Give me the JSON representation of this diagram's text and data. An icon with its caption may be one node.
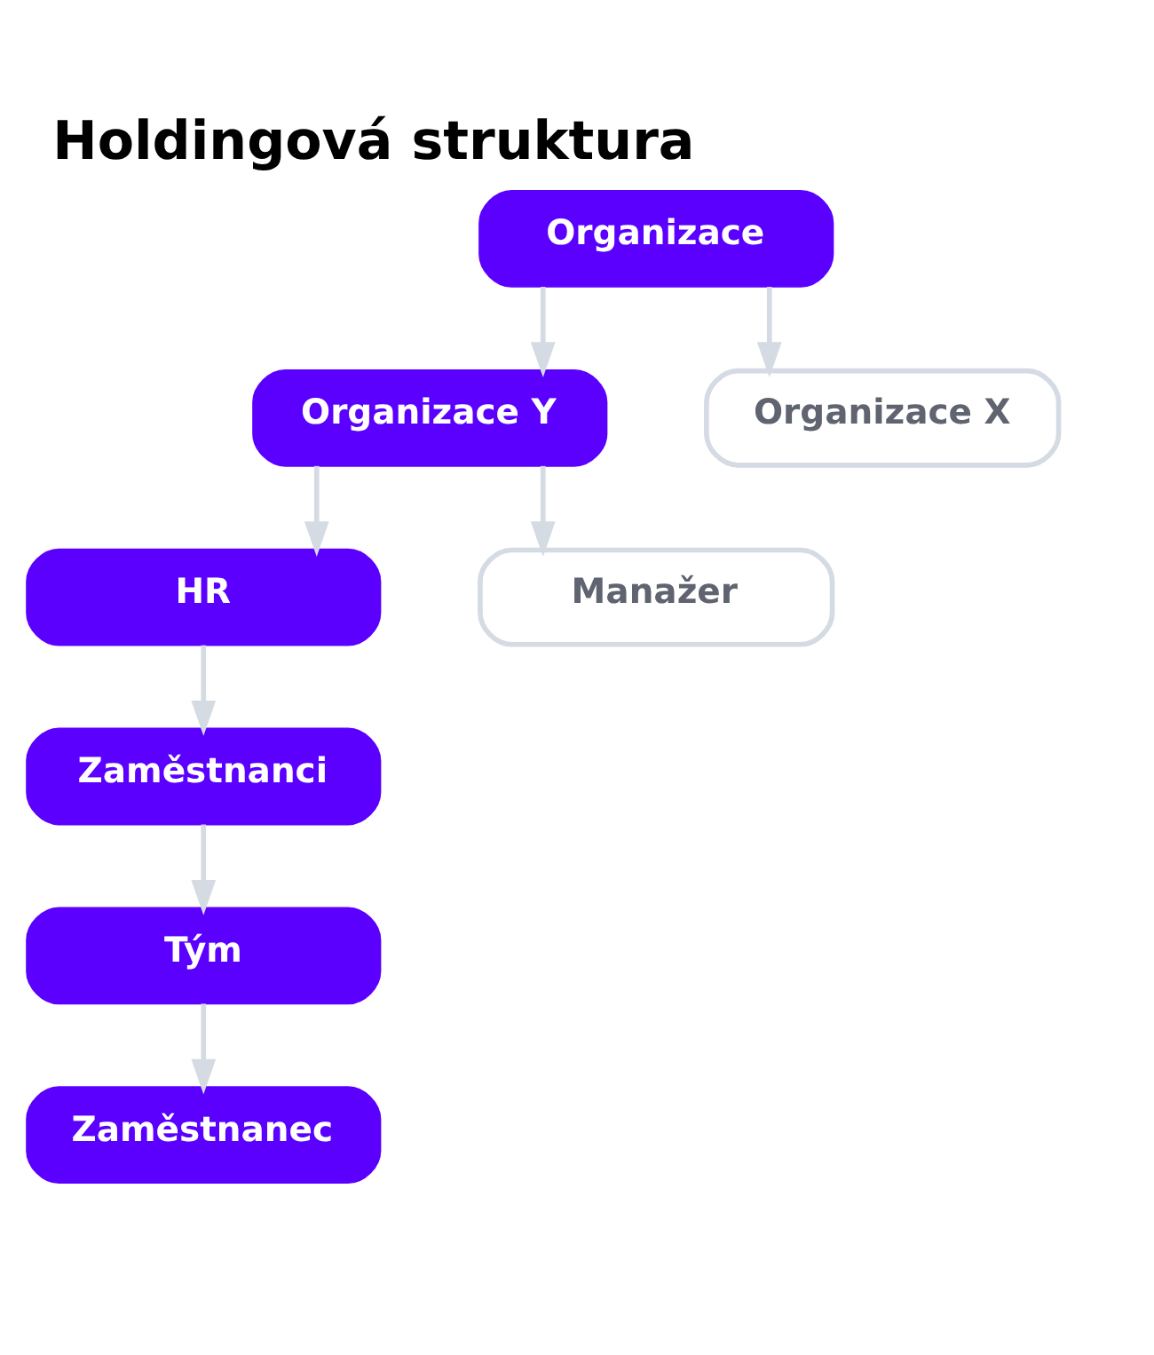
{
  "diagram": {
    "title": "Holdingová struktura",
    "nodes": [
      {
        "text": [
          "Organizace"
        ]
      },
      {
        "text": [
          "Organizace Y"
        ]
      },
      {
        "text": [
          "Organizace X"
        ]
      },
      {
        "text": [
          "HR"
        ]
      },
      {
        "text": [
          "Manažer"
        ]
      },
      {
        "text": [
          "Zaměstnanci"
        ]
      },
      {
        "text": [
          "Tým"
        ]
      },
      {
        "text": [
          "Zaměstnanec"
        ]
      }
    ],
    "edges": [
      {
        "from": 0,
        "to": 1,
        "arrow": "to"
      },
      {
        "from": 0,
        "to": 2,
        "arrow": "to"
      },
      {
        "from": 1,
        "to": 3,
        "arrow": "to"
      },
      {
        "from": 1,
        "to": 4,
        "arrow": "to"
      },
      {
        "from": 3,
        "to": 5,
        "arrow": "to"
      },
      {
        "from": 5,
        "to": 6,
        "arrow": "to"
      },
      {
        "from": 6,
        "to": 7,
        "arrow": "to"
      }
    ]
  }
}
